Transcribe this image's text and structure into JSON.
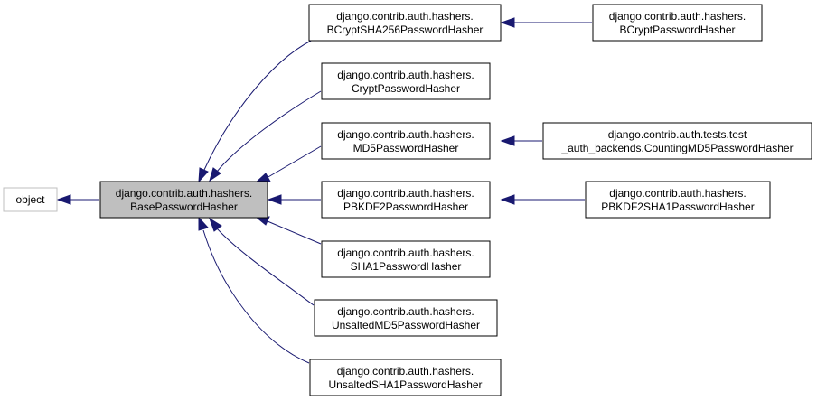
{
  "diagram": {
    "title": "",
    "nodes": {
      "object": {
        "lines": [
          "object"
        ]
      },
      "base": {
        "lines": [
          "django.contrib.auth.hashers.",
          "BasePasswordHasher"
        ]
      },
      "bcrypt256": {
        "lines": [
          "django.contrib.auth.hashers.",
          "BCryptSHA256PasswordHasher"
        ]
      },
      "bcrypt": {
        "lines": [
          "django.contrib.auth.hashers.",
          "BCryptPasswordHasher"
        ]
      },
      "crypt": {
        "lines": [
          "django.contrib.auth.hashers.",
          "CryptPasswordHasher"
        ]
      },
      "md5": {
        "lines": [
          "django.contrib.auth.hashers.",
          "MD5PasswordHasher"
        ]
      },
      "counting_md5": {
        "lines": [
          "django.contrib.auth.tests.test",
          "_auth_backends.CountingMD5PasswordHasher"
        ]
      },
      "pbkdf2": {
        "lines": [
          "django.contrib.auth.hashers.",
          "PBKDF2PasswordHasher"
        ]
      },
      "pbkdf2sha1": {
        "lines": [
          "django.contrib.auth.hashers.",
          "PBKDF2SHA1PasswordHasher"
        ]
      },
      "sha1": {
        "lines": [
          "django.contrib.auth.hashers.",
          "SHA1PasswordHasher"
        ]
      },
      "unsalted_md5": {
        "lines": [
          "django.contrib.auth.hashers.",
          "UnsaltedMD5PasswordHasher"
        ]
      },
      "unsalted_sha1": {
        "lines": [
          "django.contrib.auth.hashers.",
          "UnsaltedSHA1PasswordHasher"
        ]
      }
    },
    "edges": [
      {
        "from": "base",
        "to": "object"
      },
      {
        "from": "bcrypt256",
        "to": "base"
      },
      {
        "from": "crypt",
        "to": "base"
      },
      {
        "from": "md5",
        "to": "base"
      },
      {
        "from": "pbkdf2",
        "to": "base"
      },
      {
        "from": "sha1",
        "to": "base"
      },
      {
        "from": "unsalted_md5",
        "to": "base"
      },
      {
        "from": "unsalted_sha1",
        "to": "base"
      },
      {
        "from": "bcrypt",
        "to": "bcrypt256"
      },
      {
        "from": "counting_md5",
        "to": "md5"
      },
      {
        "from": "pbkdf2sha1",
        "to": "pbkdf2"
      }
    ],
    "colors": {
      "edge": "#191970",
      "focus_fill": "#bfbfbf",
      "external_border": "#bfbfbf",
      "node_border": "#000000"
    }
  }
}
